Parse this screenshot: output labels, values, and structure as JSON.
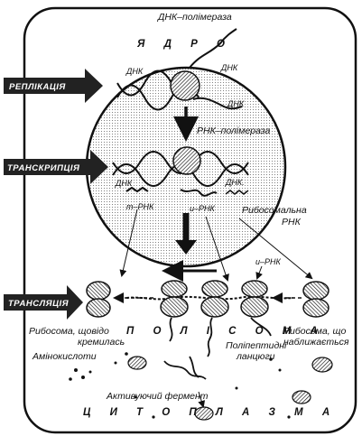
{
  "labels": {
    "dna_polymerase": "ДНК–полімераза",
    "nucleus": "Я Д Р О",
    "dna1": "ДНК",
    "dna2": "ДНК",
    "dna3": "ДНК",
    "rna_polymerase": "РНК–полімераза",
    "dna4": "ДНК",
    "dna5": "ДНК.",
    "t_rna": "т–РНК",
    "i_rna": "и–РНК",
    "ribosomal_rna_1": "Рибосомальна",
    "ribosomal_rna_2": "РНК",
    "i_rna_small": "и–РНК",
    "polysome": "П О Л І С О М А",
    "ribosome_detached_1": "Рибосома, щовідо",
    "ribosome_detached_2": "кремилась",
    "ribosome_approach_1": "Рибосома, що",
    "ribosome_approach_2": "наближається",
    "amino_acids": "Амінокислоти",
    "polypeptide_1": "Поліпептидні",
    "polypeptide_2": "ланцюги",
    "activating_enzyme": "Активуючий фермент",
    "cytoplasm": "Ц И Т О П Л А З М А"
  },
  "processes": [
    {
      "label": "РЕПЛІКАЦІЯ"
    },
    {
      "label": "ТРАНСКРИПЦІЯ"
    },
    {
      "label": "ТРАНСЛЯЦІЯ"
    }
  ]
}
